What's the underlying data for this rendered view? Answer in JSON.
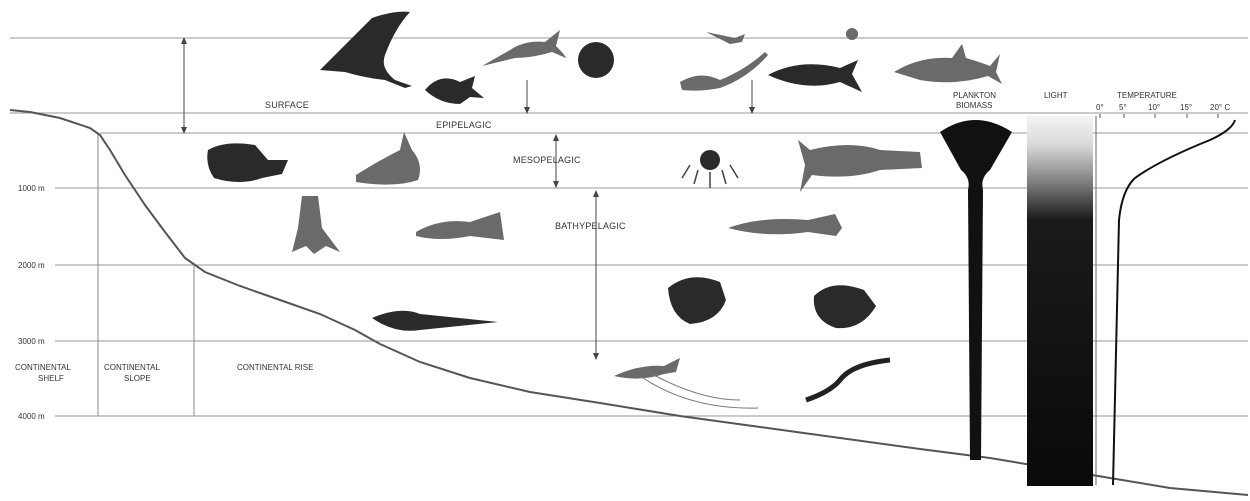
{
  "depth_labels": [
    "1000 m",
    "2000 m",
    "3000 m",
    "4000 m"
  ],
  "zones": {
    "surface": "SURFACE",
    "epipelagic": "EPIPELAGIC",
    "mesopelagic": "MESOPELAGIC",
    "bathypelagic": "BATHYPELAGIC"
  },
  "seafloor": {
    "shelf_line1": "CONTINENTAL",
    "shelf_line2": "SHELF",
    "slope_line1": "CONTINENTAL",
    "slope_line2": "SLOPE",
    "rise": "CONTINENTAL RISE"
  },
  "panels": {
    "plankton_line1": "PLANKTON",
    "plankton_line2": "BIOMASS",
    "light": "LIGHT",
    "temperature": "TEMPERATURE",
    "temp_ticks": [
      "0°",
      "5°",
      "10°",
      "15°",
      "20° C"
    ]
  },
  "creatures": [
    "manta-ray",
    "jack-fish",
    "swordfish",
    "sunfish",
    "eel-surface",
    "tuna",
    "shark",
    "jellyfish",
    "flying-fish",
    "hatchetfish",
    "shrimp",
    "siphonophore",
    "lobster",
    "squid",
    "gulper",
    "lanternfish",
    "anglerfish",
    "anglerfish-2",
    "rattail",
    "tripod-fish",
    "deep-eel"
  ]
}
